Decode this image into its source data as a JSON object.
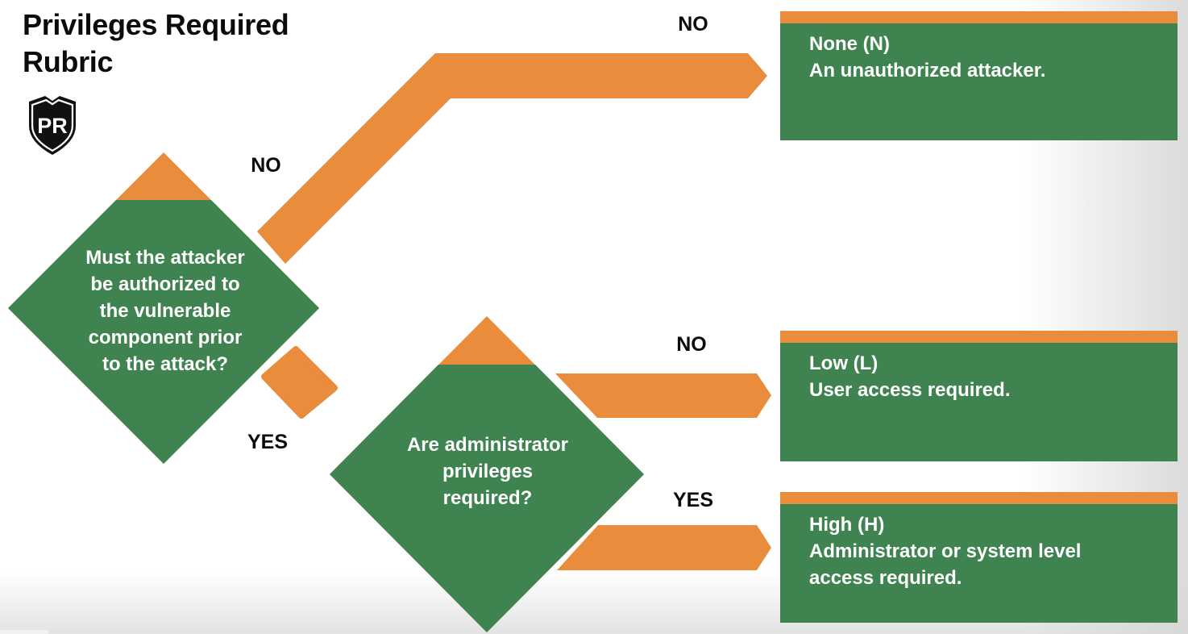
{
  "colors": {
    "green": "#3F8350",
    "orange": "#E98C3C",
    "ink": "#0B0B0B",
    "text-light": "#FFFFFF"
  },
  "title": {
    "line1": "Privileges Required",
    "line2": "Rubric"
  },
  "badge": {
    "label": "PR"
  },
  "flow": {
    "decision1": {
      "question": "Must the attacker be authorized to the vulnerable component prior to the attack?",
      "lines": [
        "Must the attacker",
        "be authorized to",
        "the vulnerable",
        "component prior",
        "to the attack?"
      ]
    },
    "decision2": {
      "question": "Are administrator privileges required?",
      "lines": [
        "Are administrator",
        "privileges",
        "required?"
      ]
    },
    "labels": {
      "d1_no_far": "NO",
      "d1_no_near": "NO",
      "d1_yes": "YES",
      "d2_no": "NO",
      "d2_yes": "YES"
    }
  },
  "outcomes": [
    {
      "title": "None (N)",
      "description": "An unauthorized attacker."
    },
    {
      "title": "Low (L)",
      "description": "User access required."
    },
    {
      "title": "High (H)",
      "description": "Administrator or system level access required."
    }
  ]
}
